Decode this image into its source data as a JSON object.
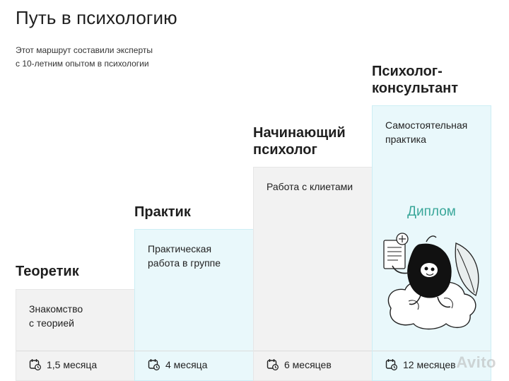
{
  "page": {
    "title": "Путь в психологию",
    "subtitle_line1": "Этот маршрут составили эксперты",
    "subtitle_line2": "с 10-летним опытом в психологии"
  },
  "stages": [
    {
      "title_line1": "Теоретик",
      "title_line2": "",
      "desc_line1": "Знакомство",
      "desc_line2": "с теорией",
      "duration": "1,5 месяца",
      "style": "gray"
    },
    {
      "title_line1": "Практик",
      "title_line2": "",
      "desc_line1": "Практическая",
      "desc_line2": "работа в группе",
      "duration": "4 месяца",
      "style": "mint"
    },
    {
      "title_line1": "Начинающий",
      "title_line2": "психолог",
      "desc_line1": "Работа с клиетами",
      "desc_line2": "",
      "duration": "6 месяцев",
      "style": "gray"
    },
    {
      "title_line1": "Психолог-",
      "title_line2": "консультант",
      "desc_line1": "Самостоятельная",
      "desc_line2": "практика",
      "duration": "12 месяцев",
      "style": "mint",
      "badge": "Диплом"
    }
  ],
  "icons": {
    "duration": "calendar-icon",
    "illustration": "diploma-character-illustration"
  },
  "colors": {
    "gray_col": "#f2f2f2",
    "mint_col": "#e9f8fb",
    "diploma_text": "#3aa79a"
  },
  "watermark": "Avito"
}
